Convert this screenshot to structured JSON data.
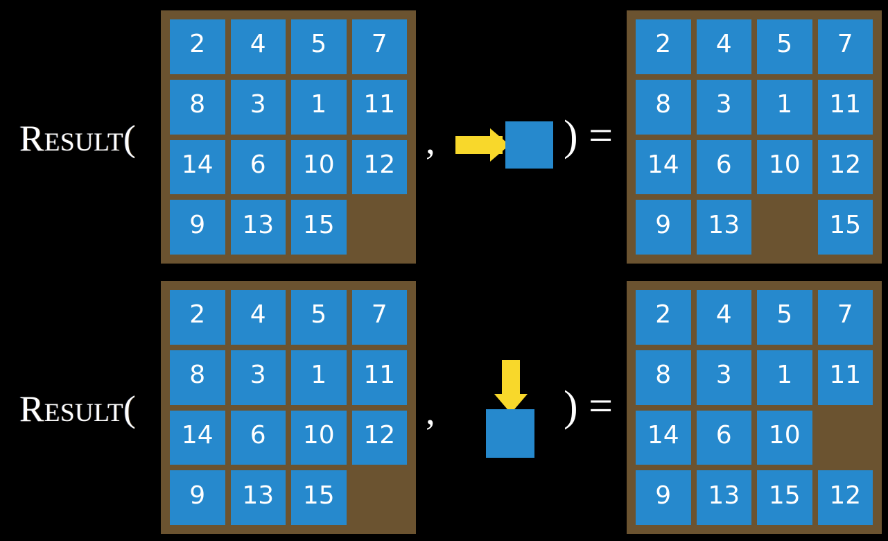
{
  "background_color": "#000000",
  "palette": {
    "tile_blue": "#2689cd",
    "board_brown": "#6b5330",
    "arrow_yellow": "#f8d82b",
    "text_white": "#ffffff"
  },
  "rows": [
    {
      "id": "row-top",
      "label": "Result(",
      "comma": ",",
      "paren_equals": ") =",
      "operand": {
        "icon": "arrow-right-icon",
        "direction": "right",
        "square_color": "#2689cd",
        "arrow_color": "#f8d82b"
      },
      "input_board": {
        "name": "input-board-top",
        "rows": [
          [
            "2",
            "4",
            "5",
            "7"
          ],
          [
            "8",
            "3",
            "1",
            "11"
          ],
          [
            "14",
            "6",
            "10",
            "12"
          ],
          [
            "9",
            "13",
            "15",
            ""
          ]
        ]
      },
      "output_board": {
        "name": "output-board-top",
        "rows": [
          [
            "2",
            "4",
            "5",
            "7"
          ],
          [
            "8",
            "3",
            "1",
            "11"
          ],
          [
            "14",
            "6",
            "10",
            "12"
          ],
          [
            "9",
            "13",
            "",
            "15"
          ]
        ]
      }
    },
    {
      "id": "row-bottom",
      "label": "Result(",
      "comma": ",",
      "paren_equals": ") =",
      "operand": {
        "icon": "arrow-down-icon",
        "direction": "down",
        "square_color": "#2689cd",
        "arrow_color": "#f8d82b"
      },
      "input_board": {
        "name": "input-board-bottom",
        "rows": [
          [
            "2",
            "4",
            "5",
            "7"
          ],
          [
            "8",
            "3",
            "1",
            "11"
          ],
          [
            "14",
            "6",
            "10",
            "12"
          ],
          [
            "9",
            "13",
            "15",
            ""
          ]
        ]
      },
      "output_board": {
        "name": "output-board-bottom",
        "rows": [
          [
            "2",
            "4",
            "5",
            "7"
          ],
          [
            "8",
            "3",
            "1",
            "11"
          ],
          [
            "14",
            "6",
            "10",
            ""
          ],
          [
            "9",
            "13",
            "15",
            "12"
          ]
        ]
      }
    }
  ]
}
